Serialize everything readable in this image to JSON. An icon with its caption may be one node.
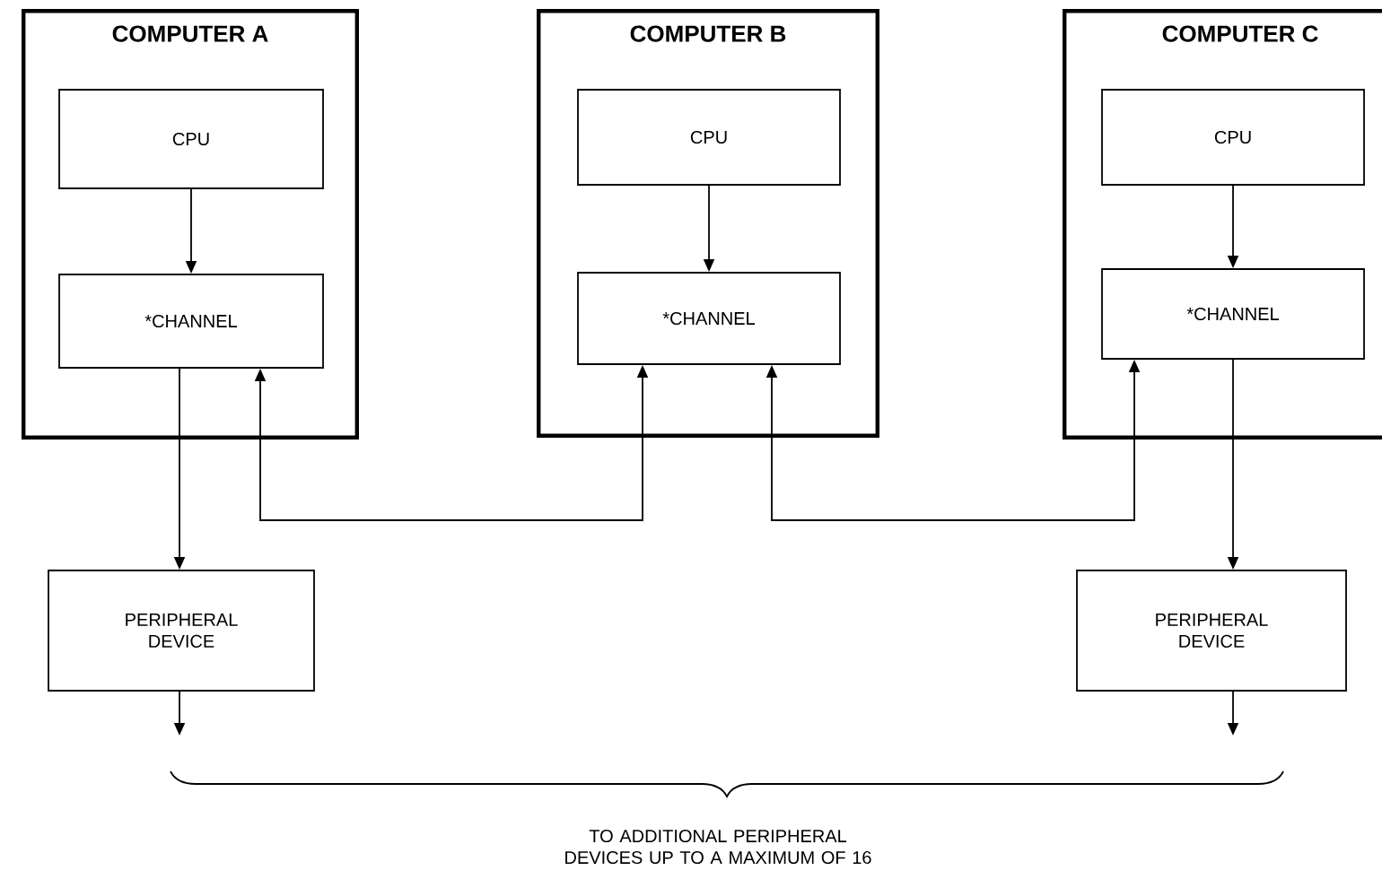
{
  "diagram": {
    "nodes": [
      {
        "text": [
          "COMPUTER A"
        ]
      },
      {
        "text": [
          "CPU"
        ],
        "in": 0
      },
      {
        "text": [
          "*CHANNEL"
        ],
        "in": 0
      },
      {
        "text": [
          "COMPUTER B"
        ]
      },
      {
        "text": [
          "CPU"
        ],
        "in": 3
      },
      {
        "text": [
          "*CHANNEL"
        ],
        "in": 3
      },
      {
        "text": [
          "COMPUTER C"
        ]
      },
      {
        "text": [
          "CPU"
        ],
        "in": 6
      },
      {
        "text": [
          "*CHANNEL"
        ],
        "in": 6
      },
      {
        "text": [
          "PERIPHERAL DEVICE"
        ]
      },
      {
        "text": [
          "PERIPHERAL DEVICE"
        ]
      }
    ],
    "edges": [
      {
        "from": 1,
        "to": 2,
        "arrow": "to"
      },
      {
        "from": 4,
        "to": 5,
        "arrow": "to"
      },
      {
        "from": 7,
        "to": 8,
        "arrow": "to"
      },
      {
        "from": 2,
        "to": 9,
        "arrow": "to"
      },
      {
        "from": 2,
        "to": 5,
        "arrow": "both"
      },
      {
        "from": 5,
        "to": 8,
        "arrow": "both"
      },
      {
        "from": 8,
        "to": 10,
        "arrow": "to"
      },
      {
        "from": 9,
        "to": null,
        "arrow": "to"
      },
      {
        "from": 10,
        "to": null,
        "arrow": "to"
      }
    ],
    "labels": [
      "TO ADDITIONAL PERIPHERAL DEVICES UP TO A MAXIMUM OF 16"
    ]
  }
}
